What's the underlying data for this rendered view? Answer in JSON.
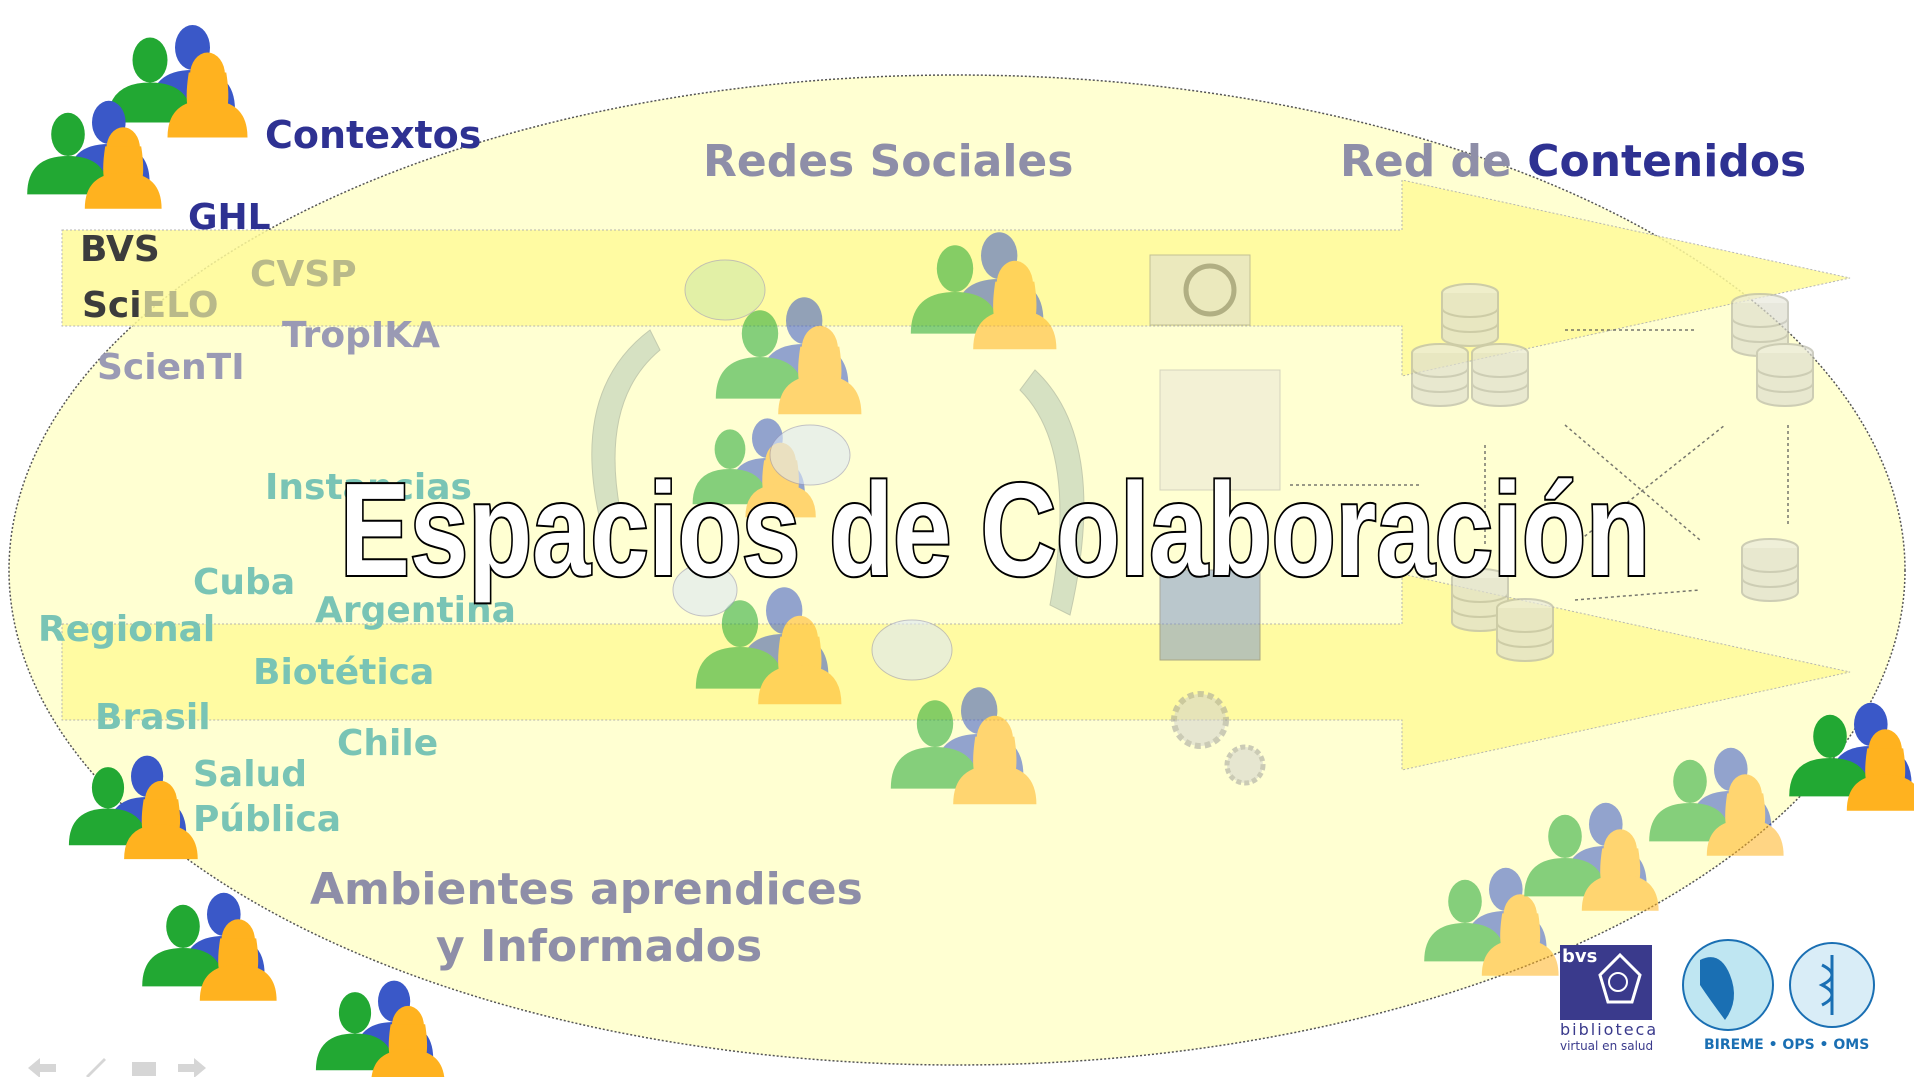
{
  "main_title": "Espacios de Colaboración",
  "sections": {
    "redes_sociales": "Redes Sociales",
    "red_contenidos_part1": "Red de ",
    "red_contenidos_part2": "Contenidos",
    "ambientes_line1": "Ambientes aprendices",
    "ambientes_line2": "y Informados"
  },
  "contexts": {
    "contextos": "Contextos",
    "ghl": "GHL",
    "bvs": "BVS",
    "scielo_part1": "Sci",
    "scielo_part2": "ELO",
    "cvsp": "CVSP",
    "tropika": "TropIKA",
    "scienti": "ScienTI"
  },
  "instances": {
    "instancias": "Instancias",
    "cuba": "Cuba",
    "argentina": "Argentina",
    "regional": "Regional",
    "bioetica": "Biotética",
    "brasil": "Brasil",
    "chile": "Chile",
    "salud": "Salud",
    "publica": "Pública"
  },
  "logos": {
    "bvs_mark": "bvs",
    "bvs_line1": "biblioteca",
    "bvs_line2": "virtual en salud",
    "bireme": "BIREME • OPS • OMS"
  },
  "colors": {
    "ellipse_fill": "#ffffd2",
    "arrow_fill": "#fffb9a",
    "navy": "#2e3192",
    "teal": "#79c4b5",
    "olive": "#b9b98a",
    "gray": "#9a9ab4",
    "person_green": "#22a833",
    "person_blue": "#3a58c8",
    "person_orange": "#ffb21f"
  },
  "icons": [
    "people-group-icon",
    "chat-bubble-icon",
    "refresh-cycle-icon",
    "search-document-icon",
    "folder-edit-icon",
    "notepad-icon",
    "gears-icon",
    "database-icon",
    "nav-arrow-icon"
  ]
}
